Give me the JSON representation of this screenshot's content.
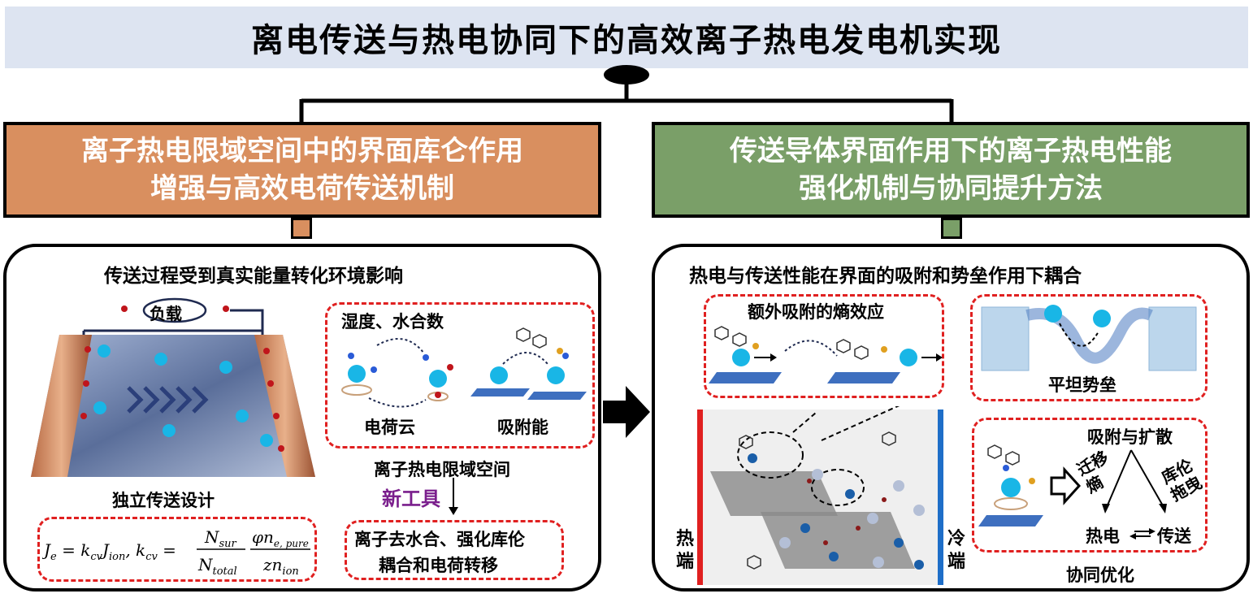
{
  "title": "离电传送与热电协同下的高效离子热电发电机实现",
  "left_header": {
    "line1": "离子热电限域空间中的界面库仑作用",
    "line2": "增强与高效电荷传送机制"
  },
  "right_header": {
    "line1": "传送导体界面作用下的离子热电性能",
    "line2": "强化机制与协同提升方法"
  },
  "left_panel": {
    "title": "传送过程受到真实能量转化环境影响",
    "load_label": "负载",
    "device_caption": "独立传送设计",
    "humidity_label": "湿度、水合数",
    "charge_cloud": "电荷云",
    "adsorption_energy": "吸附能",
    "confined_space": "离子热电限域空间",
    "new_tool": "新工具",
    "result_line1": "离子去水合、强化库伦",
    "result_line2": "耦合和电荷转移"
  },
  "right_panel": {
    "title": "热电与传送性能在界面的吸附和势垒作用下耦合",
    "entropy_label": "额外吸附的熵效应",
    "barrier_label": "平坦势垒",
    "hot_end": "热端",
    "cold_end": "冷端",
    "adsorb_diffuse": "吸附与扩散",
    "migration_entropy": "迁移熵",
    "coulomb_drag": "库伦拖曳",
    "thermoelectric": "热电",
    "transport": "传送",
    "synergy": "协同优化"
  },
  "colors": {
    "title_bg": "#dde4f1",
    "left_accent": "#d98f5f",
    "right_accent": "#7a9f68",
    "dash": "#e02020",
    "hot": "#e02020",
    "cold": "#1e6ec8",
    "tool": "#7a1e8c"
  }
}
